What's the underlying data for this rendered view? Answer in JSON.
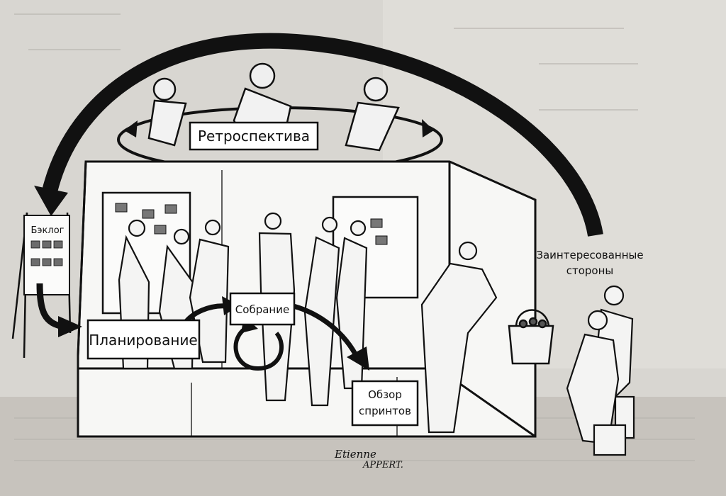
{
  "diagram": {
    "labels": {
      "retrospective": "Ретроспектива",
      "backlog": "Бэклог",
      "stakeholders_line1": "Заинтересованные",
      "stakeholders_line2": "стороны",
      "planning": "Планирование",
      "meeting": "Собрание",
      "review_line1": "Обзор",
      "review_line2": "спринтов"
    },
    "signature": {
      "line1": "Etienne",
      "line2": "APPERT."
    },
    "icons": [
      "retrospective-people",
      "backlog-board",
      "team-room",
      "stakeholder-people",
      "delivery-basket"
    ]
  },
  "colors": {
    "page": "#d8d6d1",
    "ink": "#111111",
    "label_box": "#ffffff"
  }
}
